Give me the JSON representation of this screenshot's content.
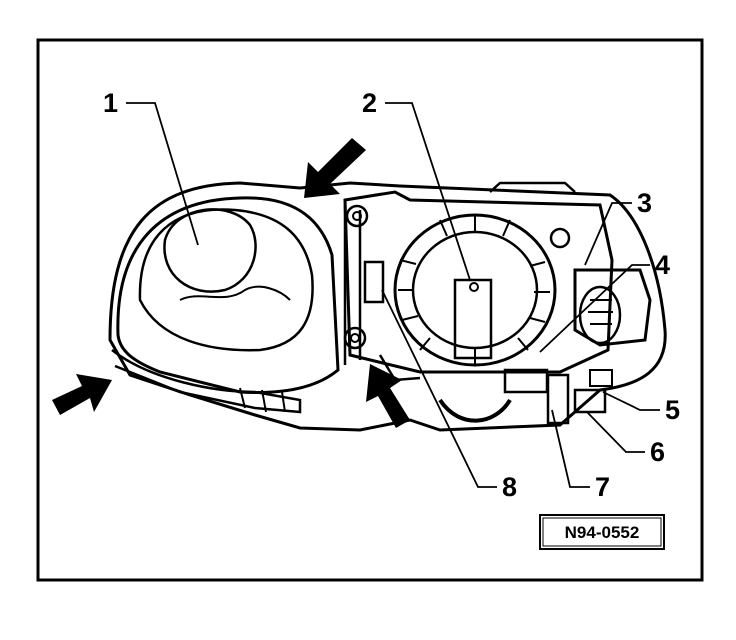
{
  "diagram": {
    "figure_id": "N94-0552",
    "callouts": [
      {
        "id": "callout-1",
        "label": "1"
      },
      {
        "id": "callout-2",
        "label": "2"
      },
      {
        "id": "callout-3",
        "label": "3"
      },
      {
        "id": "callout-4",
        "label": "4"
      },
      {
        "id": "callout-5",
        "label": "5"
      },
      {
        "id": "callout-6",
        "label": "6"
      },
      {
        "id": "callout-7",
        "label": "7"
      },
      {
        "id": "callout-8",
        "label": "8"
      }
    ],
    "arrow_count": 3
  }
}
